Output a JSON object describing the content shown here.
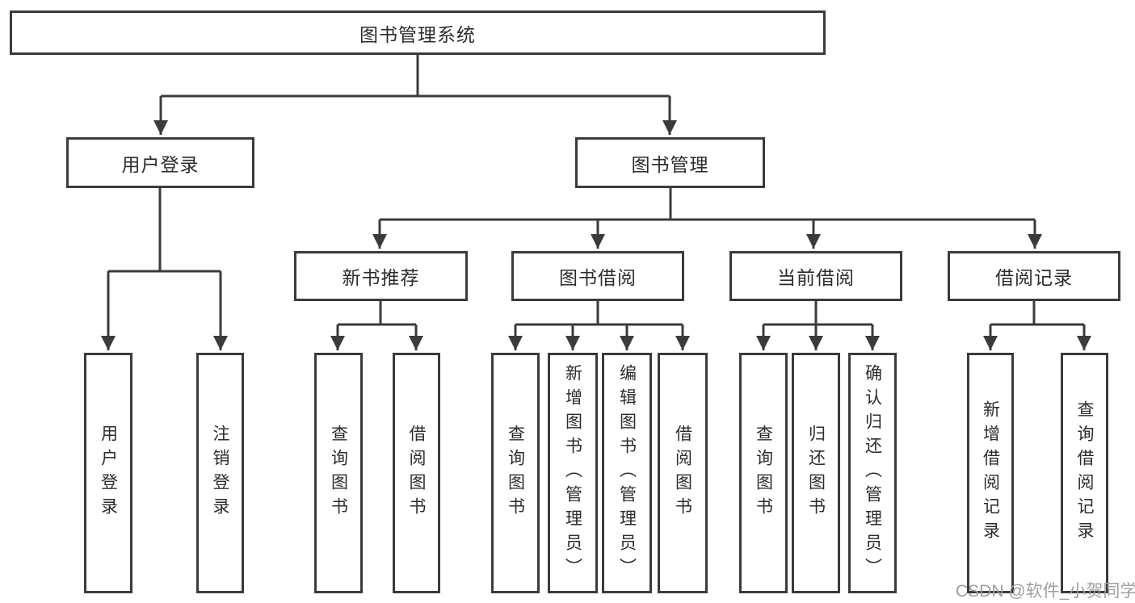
{
  "diagram_title": "图书管理系统",
  "tree": {
    "root": "图书管理系统",
    "children": [
      {
        "label": "用户登录",
        "children": [
          "用户登录",
          "注销登录"
        ]
      },
      {
        "label": "图书管理",
        "children": [
          {
            "label": "新书推荐",
            "children": [
              "查询图书",
              "借阅图书"
            ]
          },
          {
            "label": "图书借阅",
            "children": [
              "查询图书",
              "新增图书（管理员）",
              "编辑图书（管理员）",
              "借阅图书"
            ]
          },
          {
            "label": "当前借阅",
            "children": [
              "查询图书",
              "归还图书",
              "确认归还（管理员）"
            ]
          },
          {
            "label": "借阅记录",
            "children": [
              "新增借阅记录",
              "查询借阅记录"
            ]
          }
        ]
      }
    ]
  },
  "watermark": {
    "text": "CSDN @软件_小贺同学"
  },
  "colors": {
    "line": "#3b3b3b",
    "box_border": "#3b3b3b",
    "text": "#2c2c2c",
    "watermark": "#9f9f9f",
    "background": "#ffffff"
  }
}
